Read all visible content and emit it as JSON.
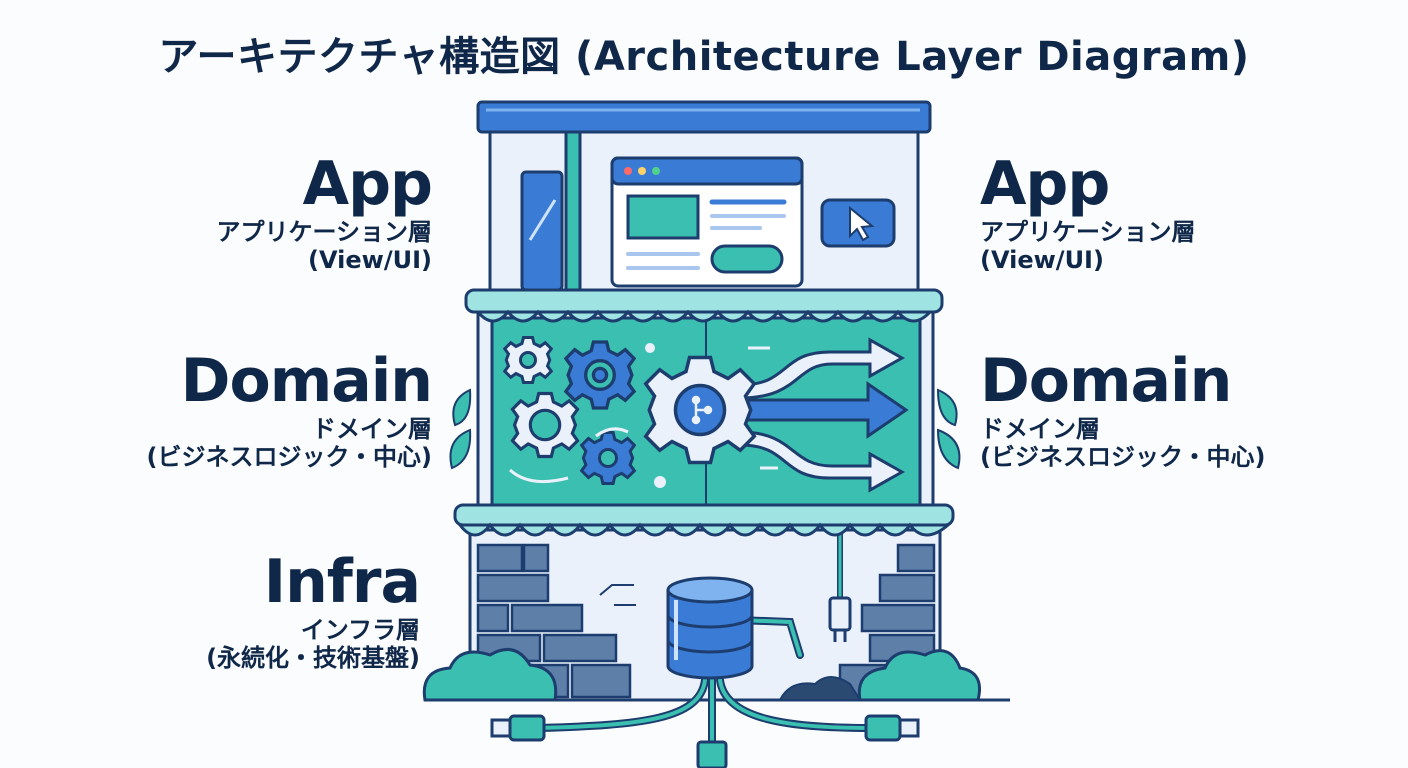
{
  "title": "アーキテクチャ構造図 (Architecture Layer Diagram)",
  "layers": {
    "app": {
      "name": "App",
      "subtitle": "アプリケーション層",
      "detail": "(View/UI)"
    },
    "domain": {
      "name": "Domain",
      "subtitle": "ドメイン層",
      "detail": "(ビジネスロジック・中心)"
    },
    "infra": {
      "name": "Infra",
      "subtitle": "インフラ層",
      "detail": "(永続化・技術基盤)"
    }
  },
  "colors": {
    "text": "#0f2748",
    "roof": "#3a7bd5",
    "app_fill": "#eaf1fb",
    "domain_fill": "#3bbfb0",
    "awning": "#9fe3e3",
    "brick": "#5d7fa8",
    "outline": "#1c3d6e"
  }
}
